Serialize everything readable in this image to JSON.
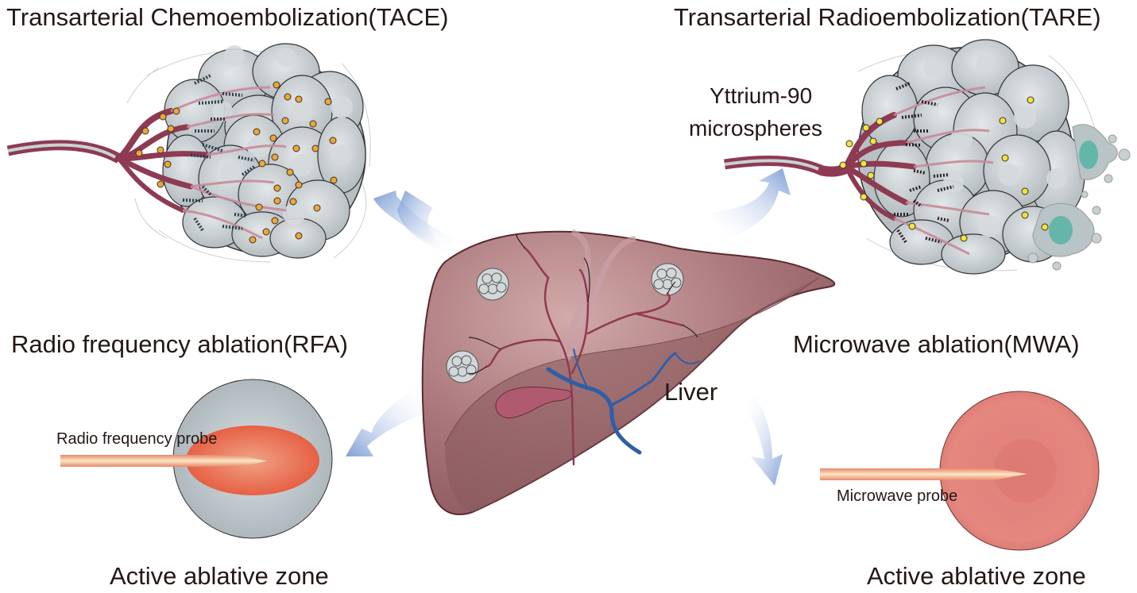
{
  "figure": {
    "panels": {
      "tace": {
        "title": "Transarterial Chemoembolization(TACE)",
        "particle_color": "#f0a632"
      },
      "tare": {
        "title": "Transarterial Radioembolization(TARE)",
        "annotation_line1": "Yttrium-90",
        "annotation_line2": "microspheres",
        "particle_color": "#f7e13a"
      },
      "rfa": {
        "title": "Radio frequency ablation(RFA)",
        "probe_label": "Radio frequency probe",
        "zone_label": "Active ablative zone"
      },
      "mwa": {
        "title": "Microwave ablation(MWA)",
        "probe_label": "Microwave probe",
        "zone_label": "Active ablative zone"
      }
    },
    "center": {
      "organ_label": "Liver"
    },
    "colors": {
      "liver": "#9a6468",
      "artery": "#8e3a52",
      "vein": "#2e5ea8",
      "tumor_cell": "#c9cfd2",
      "arrow": "#7f9fd6",
      "rfa_zone": "#e96a4f",
      "mwa_zone": "#e07c76"
    }
  }
}
